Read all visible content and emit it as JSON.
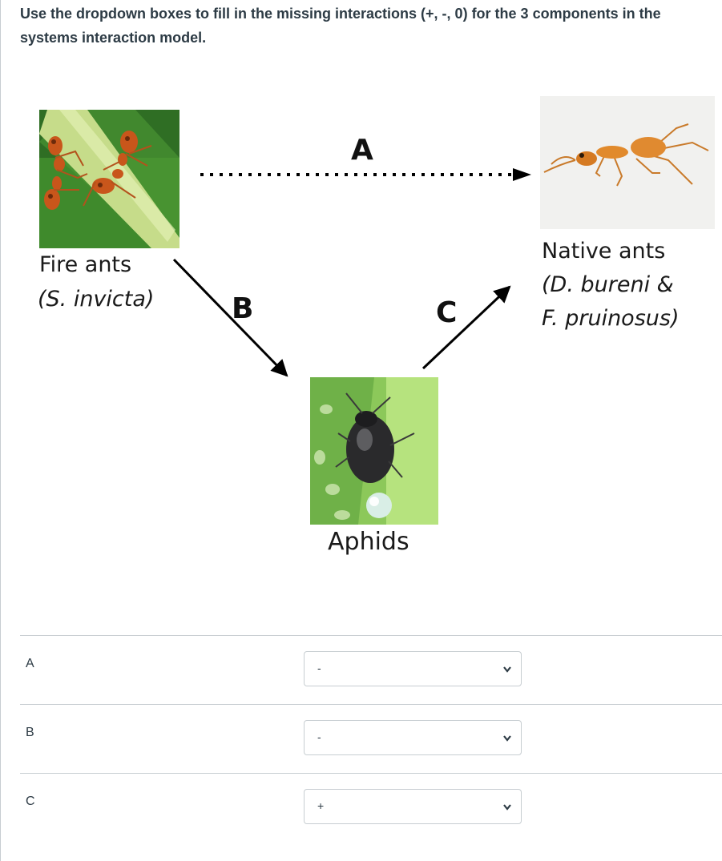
{
  "question": {
    "text": "Use the dropdown boxes to fill in the missing interactions (+, -, 0) for the 3 components in the systems interaction model."
  },
  "diagram": {
    "fire_ants": {
      "name": "Fire ants",
      "species": "(S. invicta)"
    },
    "native_ants": {
      "name": "Native ants",
      "species_line1": "(D. bureni &",
      "species_line2": "F. pruinosus)"
    },
    "aphids": {
      "name": "Aphids"
    },
    "arrow_labels": {
      "a": "A",
      "b": "B",
      "c": "C"
    }
  },
  "answers": [
    {
      "label": "A",
      "selected": "-"
    },
    {
      "label": "B",
      "selected": "-"
    },
    {
      "label": "C",
      "selected": "+"
    }
  ],
  "icons": {
    "dropdown": "chevron-down-icon"
  },
  "colors": {
    "text": "#2d3b45",
    "border": "#c7cdd1"
  }
}
